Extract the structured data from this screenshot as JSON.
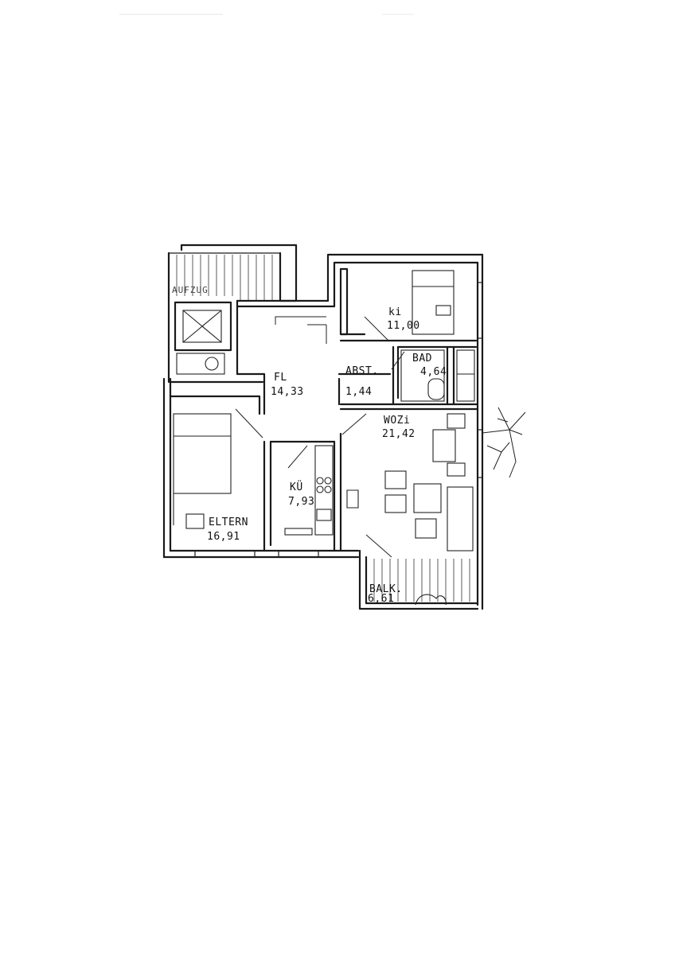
{
  "plan": {
    "rooms": [
      {
        "id": "aufzug",
        "name": "AUFZUG",
        "area": ""
      },
      {
        "id": "ki",
        "name": "ki",
        "area": "11,00"
      },
      {
        "id": "bad",
        "name": "BAD",
        "area": "4,64"
      },
      {
        "id": "fl",
        "name": "FL",
        "area": "14,33"
      },
      {
        "id": "abst",
        "name": "ABST.",
        "area": "1,44"
      },
      {
        "id": "wozi",
        "name": "WOZi",
        "area": "21,42"
      },
      {
        "id": "ku",
        "name": "KÜ",
        "area": "7,93"
      },
      {
        "id": "eltern",
        "name": "ELTERN",
        "area": "16,91"
      },
      {
        "id": "balk",
        "name": "BALK.",
        "area": "6,61"
      }
    ]
  }
}
